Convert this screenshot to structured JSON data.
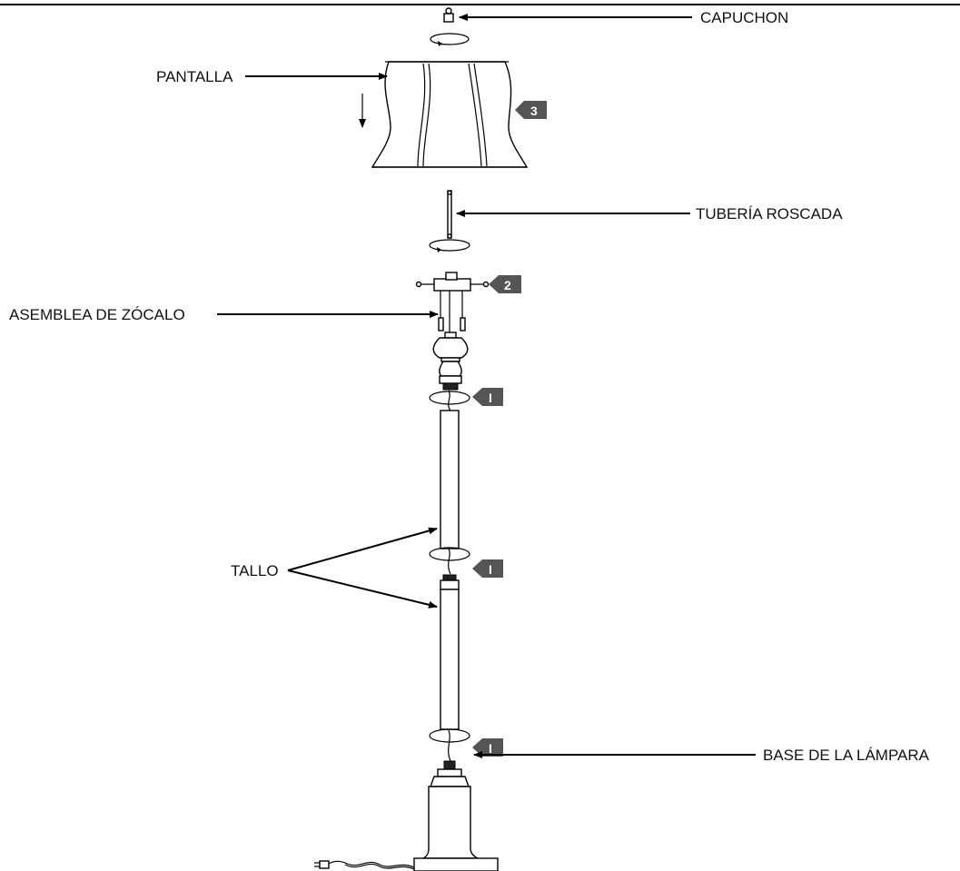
{
  "labels": {
    "cap": "CAPUCHON",
    "shade": "PANTALLA",
    "threaded_pipe": "TUBERÍA ROSCADA",
    "socket_assembly": "ASEMBLEA DE ZÓCALO",
    "stem": "TALLO",
    "lamp_base": "BASE DE LA LÁMPARA"
  },
  "steps": {
    "shade_step": "3",
    "socket_step": "2",
    "stem_step_upper": "I",
    "stem_step_middle": "I",
    "stem_step_lower": "I"
  },
  "colors": {
    "line": "#000000",
    "step_badge": "#555555",
    "background": "#ffffff"
  }
}
